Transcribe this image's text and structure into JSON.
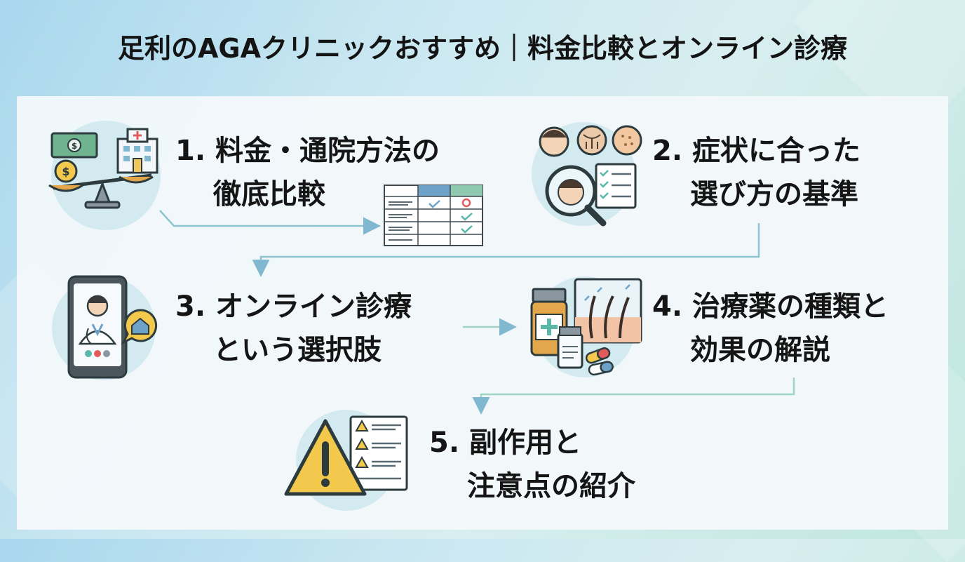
{
  "title": "足利のAGAクリニックおすすめ｜料金比較とオンライン診療",
  "items": [
    {
      "line1": "1. 料金・通院方法の",
      "line2": "徹底比較"
    },
    {
      "line1": "2. 症状に合った",
      "line2": "選び方の基準"
    },
    {
      "line1": "3. オンライン診療",
      "line2": "という選択肢"
    },
    {
      "line1": "4. 治療薬の種類と",
      "line2": "効果の解説"
    },
    {
      "line1": "5. 副作用と",
      "line2": "注意点の紹介"
    }
  ],
  "colors": {
    "connector": "#7fb8cf",
    "circle": "#d3ebf0",
    "accent_teal": "#5bb8a9",
    "warning": "#f2c94c"
  },
  "icons": [
    "money-scale-hospital-icon",
    "comparison-table-icon",
    "symptom-magnifier-icon",
    "telemedicine-phone-icon",
    "medicine-hair-icon",
    "warning-checklist-icon"
  ]
}
